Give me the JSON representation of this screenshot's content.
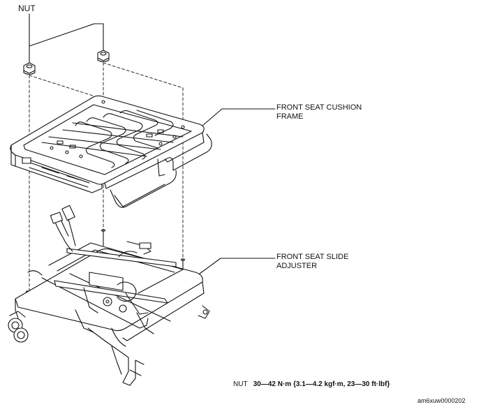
{
  "labels": {
    "nut": "NUT",
    "cushion_frame_line1": "FRONT SEAT CUSHION",
    "cushion_frame_line2": "FRAME",
    "slide_adjuster_line1": "FRONT SEAT SLIDE",
    "slide_adjuster_line2": "ADJUSTER"
  },
  "torque_note": {
    "part": "NUT",
    "spec": "30—42 N·m {3.1—4.2 kgf·m, 23—30 ft·lbf}"
  },
  "image_code": "am6xuw0000202",
  "colors": {
    "line": "#111111",
    "background": "#ffffff"
  }
}
